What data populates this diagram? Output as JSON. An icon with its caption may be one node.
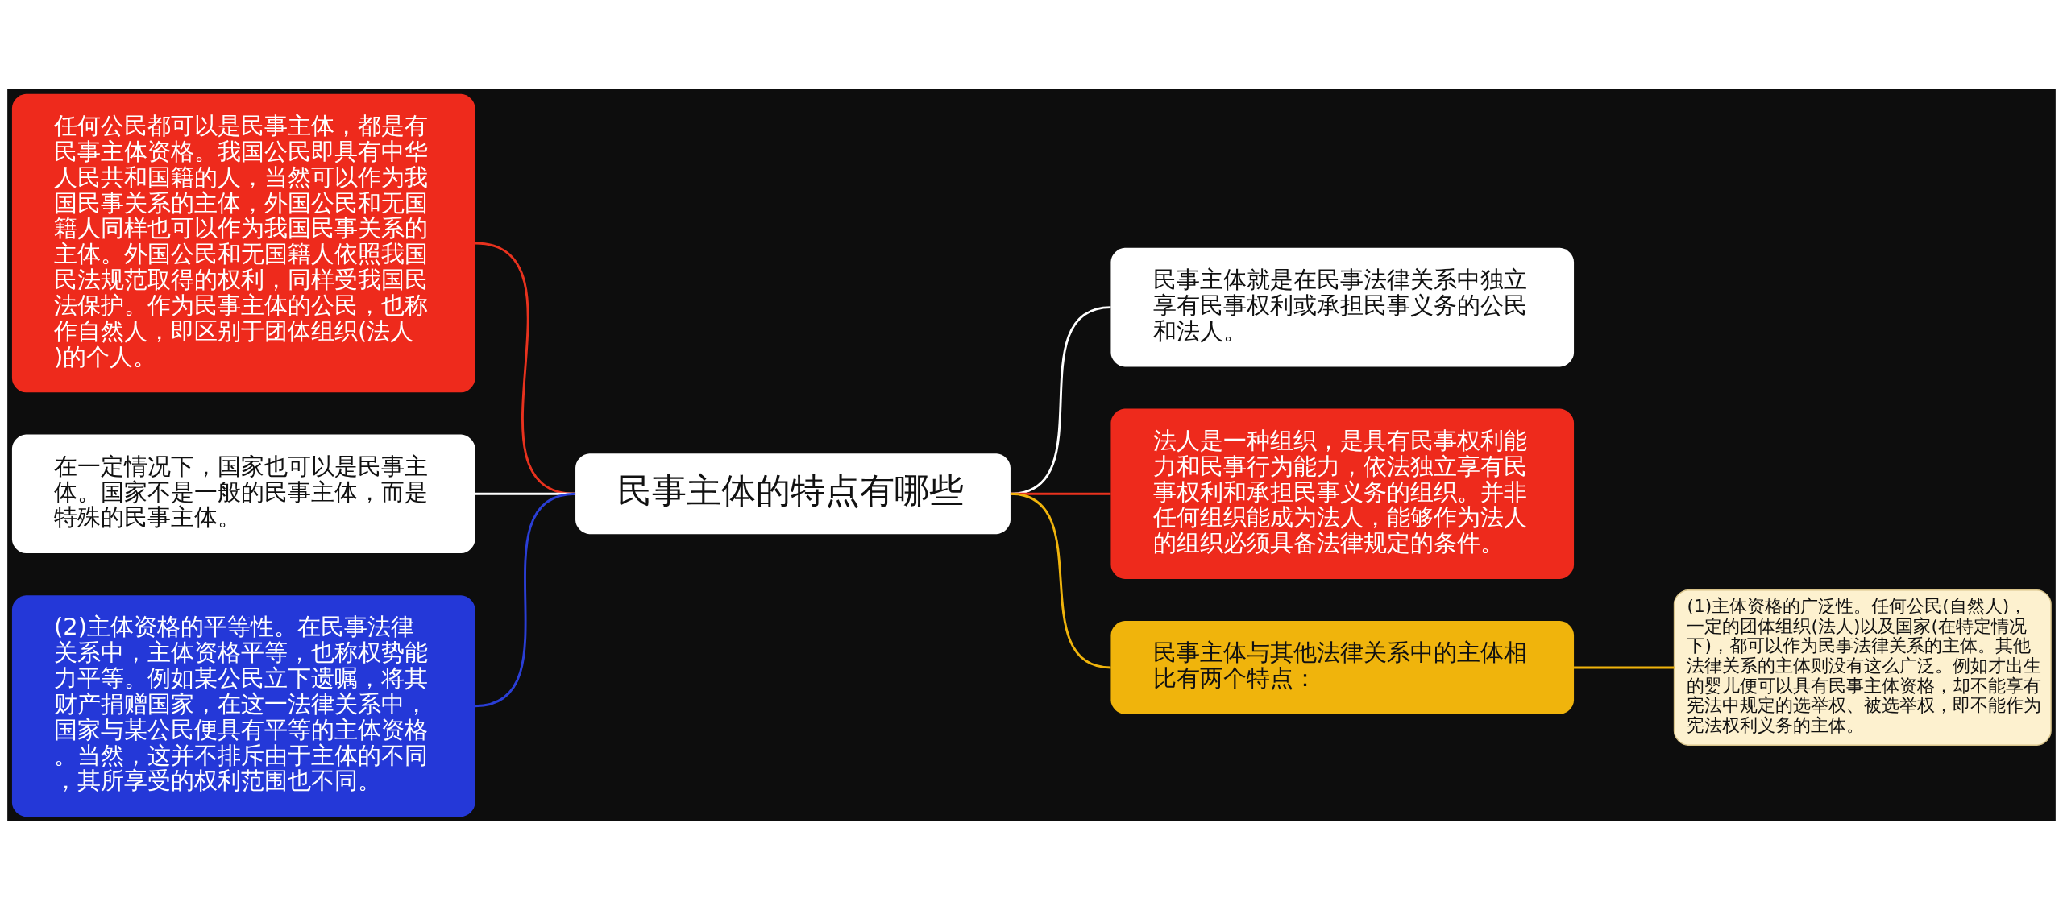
{
  "diagram": {
    "nodes": [
      {
        "text": [
          "民事主体的特点有哪些"
        ]
      },
      {
        "text": [
          "任何公民都可以是民事主体，都是有民事主体资格。我国公民即具有中华人民共和国籍的人，当然可以作为我国民事关系的主体，外国公民和无国籍人同样也可以作为我国民事关系的主体。外国公民和无国籍人依照我国民法规范取得的权利，同样受我国民法保护。作为民事主体的公民，也称作自然人，即区别于团体组织(法人)的个人。"
        ]
      },
      {
        "text": [
          "在一定情况下，国家也可以是民事主体。国家不是一般的民事主体，而是特殊的民事主体。"
        ]
      },
      {
        "text": [
          "(2)主体资格的平等性。在民事法律关系中，主体资格平等，也称权势能力平等。例如某公民立下遗嘱，将其财产捐赠国家，在这一法律关系中，国家与某公民便具有平等的主体资格。当然，这并不排斥由于主体的不同，其所享受的权利范围也不同。"
        ]
      },
      {
        "text": [
          "民事主体就是在民事法律关系中独立享有民事权利或承担民事义务的公民和法人。"
        ]
      },
      {
        "text": [
          "法人是一种组织，是具有民事权利能力和民事行为能力，依法独立享有民事权利和承担民事义务的组织。并非任何组织能成为法人，能够作为法人的组织必须具备法律规定的条件。"
        ]
      },
      {
        "text": [
          "民事主体与其他法律关系中的主体相比有两个特点："
        ]
      },
      {
        "text": [
          "(1)主体资格的广泛性。任何公民(自然人)，一定的团体组织(法人)以及国家(在特定情况下)，都可以作为民事法律关系的主体。其他法律关系的主体则没有这么广泛。例如才出生的婴儿便可以具有民事主体资格，却不能享有宪法中规定的选举权、被选举权，即不能作为宪法权利义务的主体。"
        ]
      }
    ],
    "edges": [
      {
        "from": 1,
        "to": 0,
        "arrow": "none",
        "color": "#e8321e"
      },
      {
        "from": 2,
        "to": 0,
        "arrow": "none",
        "color": "#ffffff"
      },
      {
        "from": 3,
        "to": 0,
        "arrow": "none",
        "color": "#2a3ed6"
      },
      {
        "from": 0,
        "to": 4,
        "arrow": "none",
        "color": "#ffffff"
      },
      {
        "from": 0,
        "to": 5,
        "arrow": "none",
        "color": "#e8321e"
      },
      {
        "from": 0,
        "to": 6,
        "arrow": "none",
        "color": "#f0b40c"
      },
      {
        "from": 6,
        "to": 7,
        "arrow": "none",
        "color": "#f0b40c"
      }
    ]
  }
}
